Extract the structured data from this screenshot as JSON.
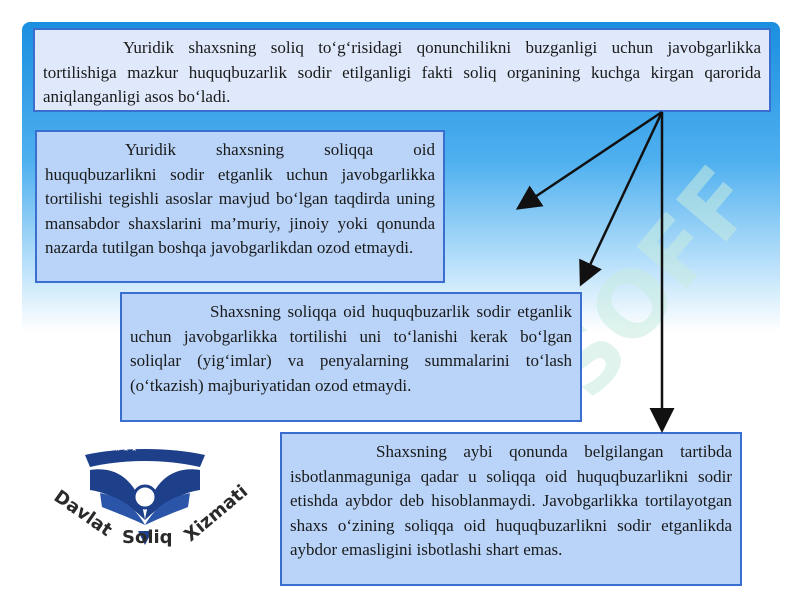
{
  "boxes": {
    "main": "Yuridik shaxsning soliq to‘g‘risidagi qonunchilikni buzganligi uchun javobgarlikka tortilishiga mazkur huquqbuzarlik sodir etilganligi fakti soliq organining kuchga kirgan qarorida aniqlanganligi asos bo‘ladi.",
    "left": "Yuridik shaxsning soliqqa oid huquqbuzarlikni sodir etganlik uchun javobgarlikka tortilishi tegishli asoslar mavjud bo‘lgan taqdirda uning mansabdor shaxslarini ma’muriy, jinoiy yoki qonunda nazarda tutilgan boshqa javobgarlikdan ozod etmaydi.",
    "middle": "Shaxsning soliqqa oid huquqbuzarlik sodir etganlik uchun javobgarlikka tortilishi uni to‘lanishi kerak bo‘lgan soliqlar (yig‘imlar) va penyalarning summalarini to‘lash (o‘tkazish) majburiyatidan ozod etmaydi.",
    "bottom": "Shaxsning aybi qonunda belgilangan tartibda isbotlanmaguniga qadar u soliqqa oid huquqbuzarlikni sodir etishda aybdor deb hisoblanmaydi. Javobgarlikka tortilayotgan shaxs o‘zining soliqqa oid huquqbuzarlikni sodir etganlikda aybdor emasligini isbotlashi shart emas."
  },
  "logo": {
    "word1": "Davlat",
    "word2": "Soliq",
    "word3": "Xizmati",
    "stars": "★★★★★"
  },
  "watermark": "SOFF",
  "colors": {
    "box_border": "#3a6fd0",
    "box_fill": "#b9d4f8",
    "header_band": "#1b8fe0",
    "logo_blue": "#1e3f8a"
  }
}
